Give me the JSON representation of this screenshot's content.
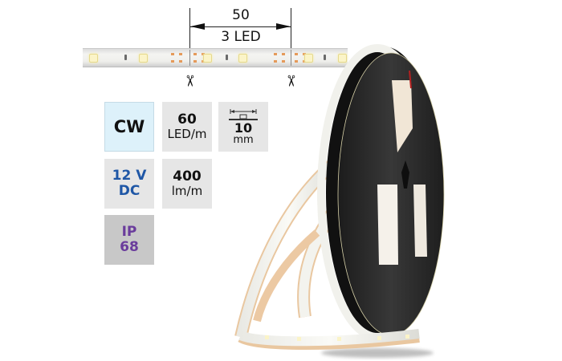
{
  "dimension": {
    "length": "50",
    "led_count": "3 LED"
  },
  "strip": {
    "cut_marks": 2
  },
  "specs": {
    "color_temp": {
      "label": "CW",
      "bg": "#ddf1fa",
      "text_color": "#111111"
    },
    "density": {
      "value": "60",
      "unit": "LED/m",
      "bg": "#e6e6e6"
    },
    "width": {
      "value": "10",
      "unit": "mm",
      "icon": "strip-width-icon",
      "bg": "#e6e6e6"
    },
    "voltage": {
      "line1": "12 V",
      "line2": "DC",
      "bg": "#e6e6e6",
      "text_color": "#1f57a6"
    },
    "lumen": {
      "value": "400",
      "unit": "lm/m",
      "bg": "#e6e6e6"
    },
    "ip": {
      "line1": "IP",
      "line2": "68",
      "bg": "#c8c8c8",
      "text_color": "#6a3c9c"
    }
  },
  "product_image": {
    "subject": "led-strip-reel",
    "reel_color": "#2b2b2b",
    "strip_color": "#f3f3ee"
  }
}
